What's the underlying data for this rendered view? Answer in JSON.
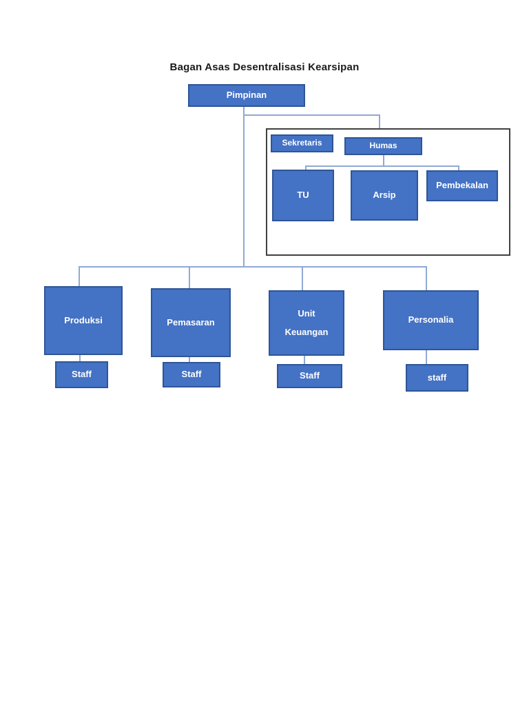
{
  "title": "Bagan Asas Desentralisasi Kearsipan",
  "colors": {
    "box_fill": "#4472c4",
    "box_border": "#2e5597",
    "connector": "#8fa9d4",
    "group_border": "#404040",
    "title_color": "#1b1b1b",
    "page_bg": "#ffffff"
  },
  "nodes": {
    "pimpinan": {
      "label": "Pimpinan"
    },
    "sekretaris": {
      "label": "Sekretaris"
    },
    "humas": {
      "label": "Humas"
    },
    "tu": {
      "label": "TU"
    },
    "arsip": {
      "label": "Arsip"
    },
    "pembekalan": {
      "label": "Pembekalan"
    },
    "produksi": {
      "label": "Produksi"
    },
    "pemasaran": {
      "label": "Pemasaran"
    },
    "unit_keuangan": {
      "label_line1": "Unit",
      "label_line2": "Keuangan"
    },
    "personalia": {
      "label": "Personalia"
    },
    "staff_produksi": {
      "label": "Staff"
    },
    "staff_pemasaran": {
      "label": "Staff"
    },
    "staff_unit_keuangan": {
      "label": "Staff"
    },
    "staff_personalia": {
      "label": "staff"
    }
  }
}
